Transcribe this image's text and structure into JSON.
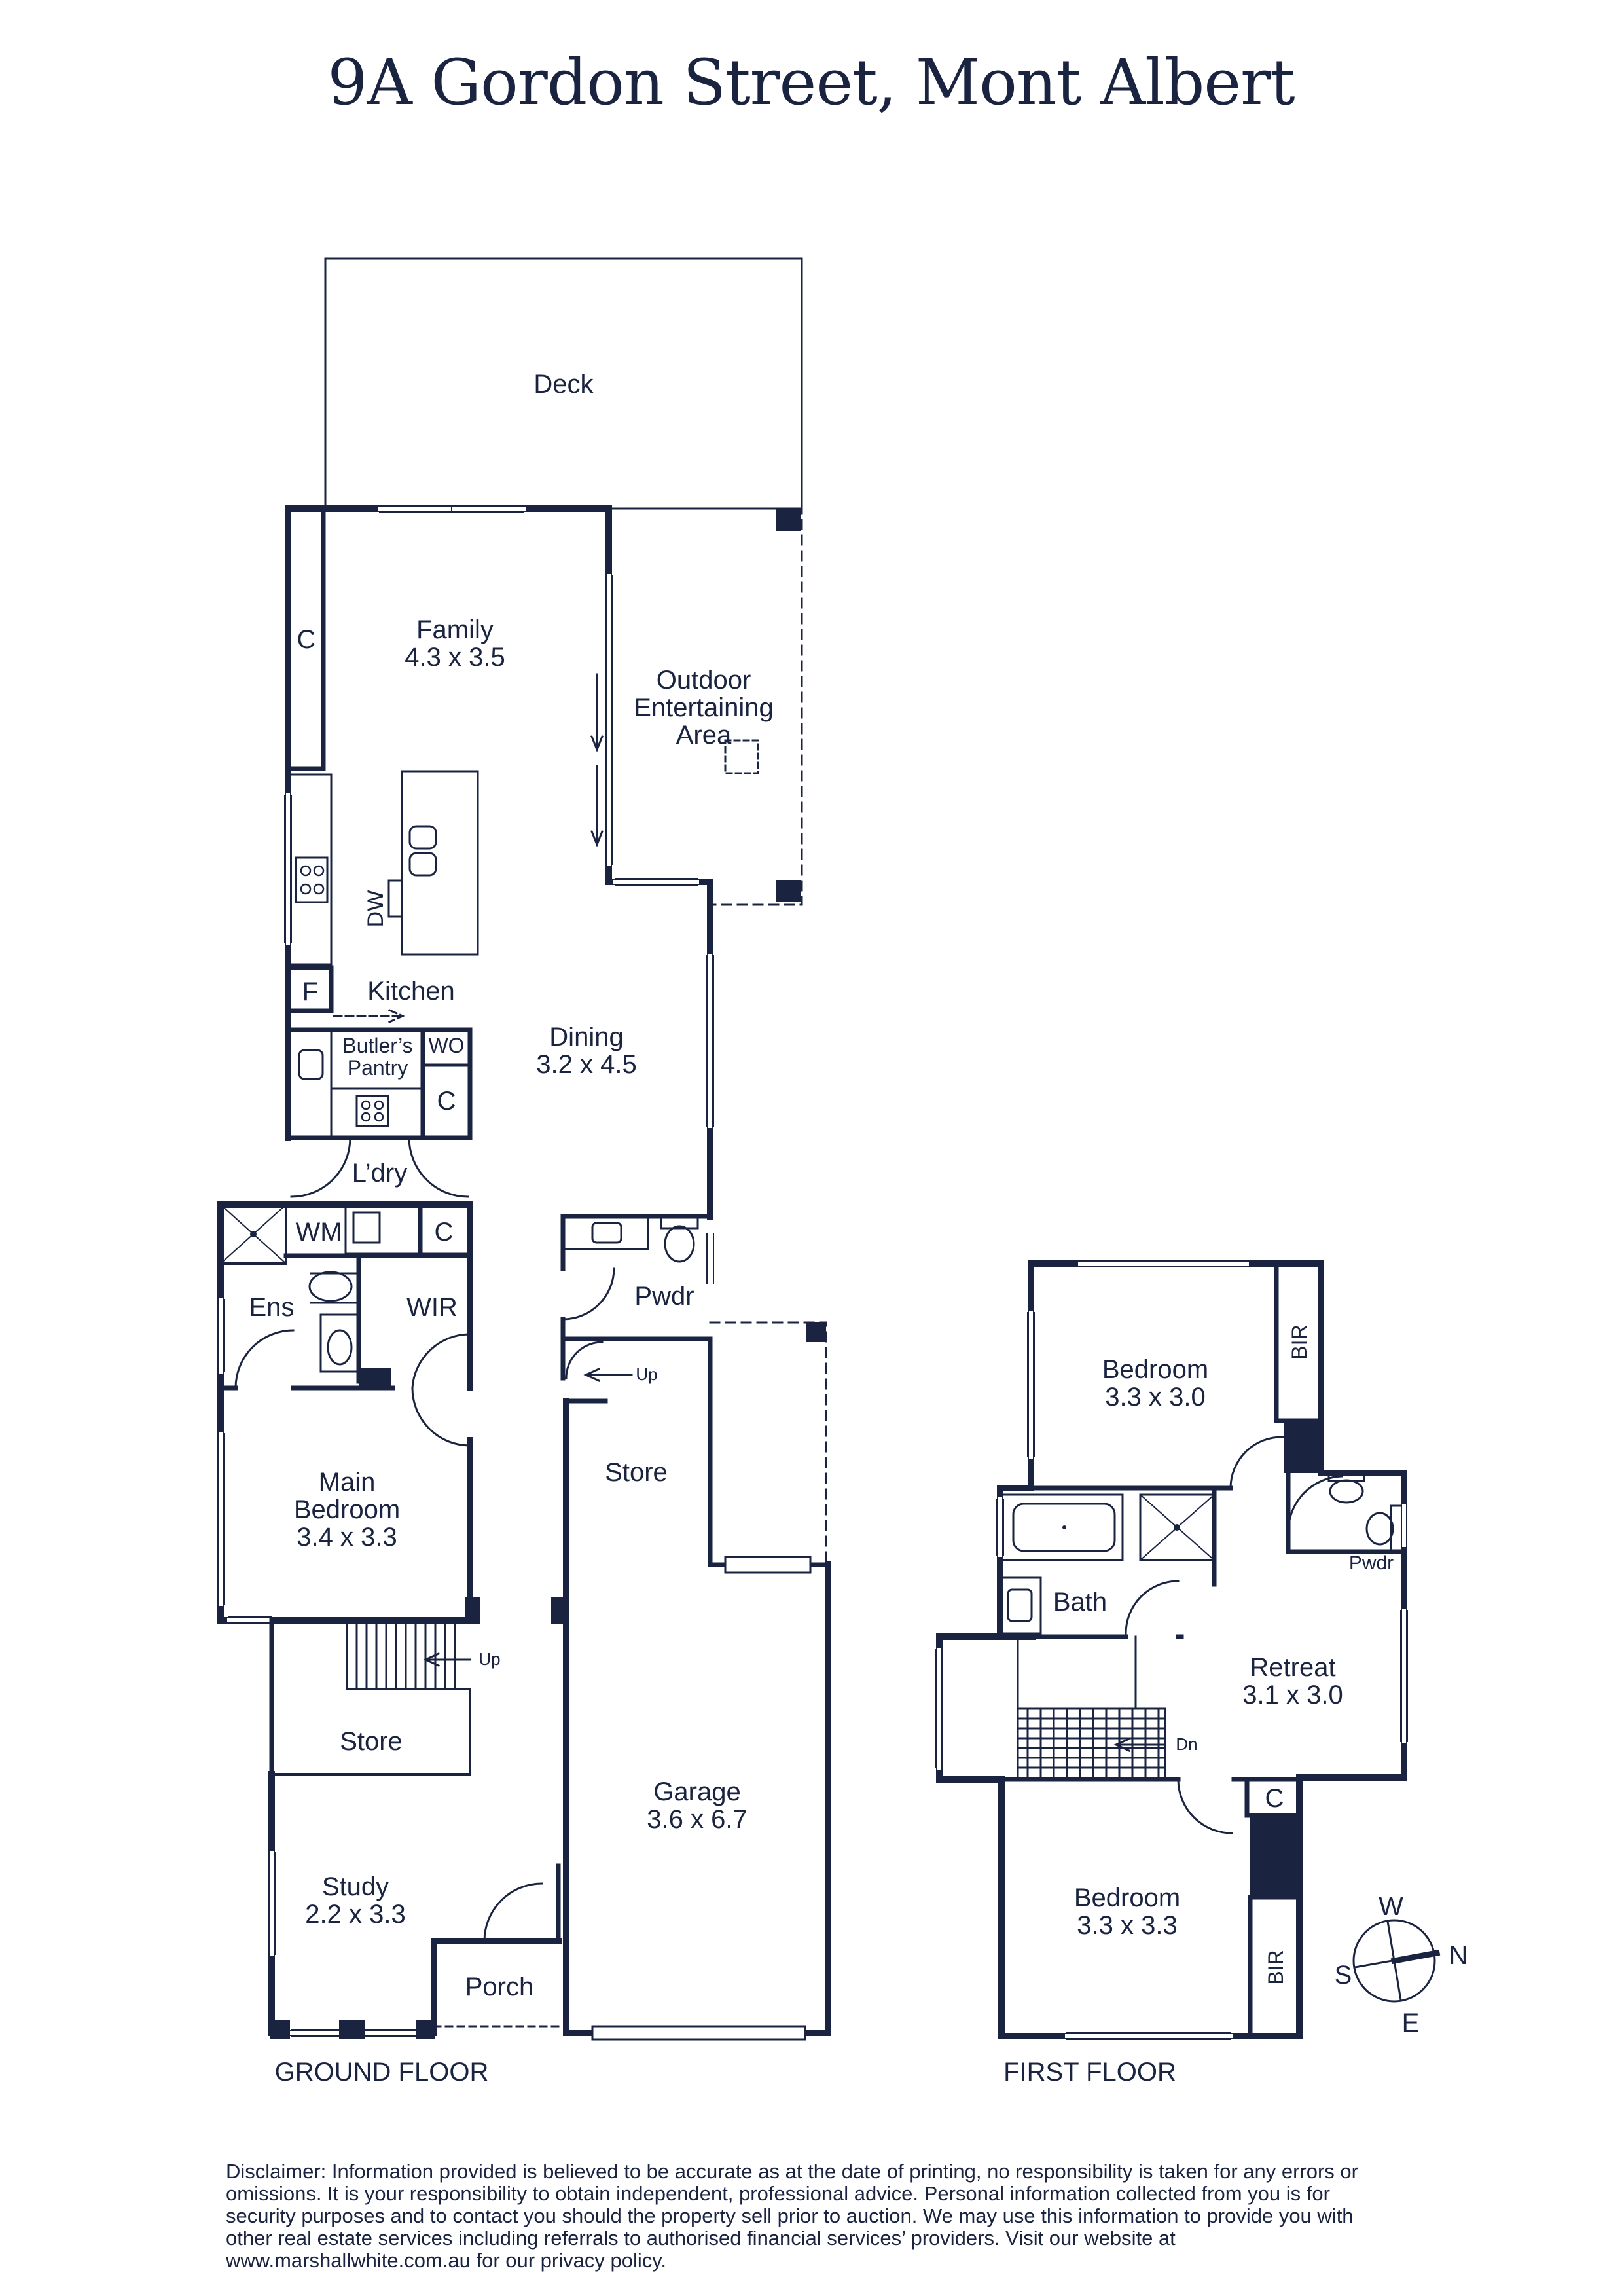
{
  "title": "9A Gordon Street, Mont Albert",
  "colors": {
    "ink": "#1a2340",
    "paper": "#ffffff"
  },
  "ground_floor": {
    "label": "GROUND FLOOR",
    "rooms": {
      "deck": "Deck",
      "family_name": "Family",
      "family_size": "4.3 x 3.5",
      "outdoor_1": "Outdoor",
      "outdoor_2": "Entertaining",
      "outdoor_3": "Area",
      "cupboard_c1": "C",
      "dw": "DW",
      "kitchen": "Kitchen",
      "fridge": "F",
      "pantry_1": "Butler’s",
      "pantry_2": "Pantry",
      "wo": "WO",
      "cupboard_c2": "C",
      "dining_name": "Dining",
      "dining_size": "3.2 x 4.5",
      "laundry": "L’dry",
      "wm": "WM",
      "cupboard_c3": "C",
      "ens": "Ens",
      "wir": "WIR",
      "pwdr": "Pwdr",
      "stair_up_1": "Up",
      "store_1": "Store",
      "main_bed_1": "Main",
      "main_bed_2": "Bedroom",
      "main_bed_size": "3.4 x 3.3",
      "stair_up_2": "Up",
      "store_2": "Store",
      "garage_name": "Garage",
      "garage_size": "3.6 x 6.7",
      "study_name": "Study",
      "study_size": "2.2 x 3.3",
      "porch": "Porch"
    }
  },
  "first_floor": {
    "label": "FIRST FLOOR",
    "rooms": {
      "bed1_name": "Bedroom",
      "bed1_size": "3.3 x 3.0",
      "bir_1": "BIR",
      "pwdr": "Pwdr",
      "bath": "Bath",
      "retreat_name": "Retreat",
      "retreat_size": "3.1 x 3.0",
      "stair_dn": "Dn",
      "cupboard_c": "C",
      "bed2_name": "Bedroom",
      "bed2_size": "3.3 x 3.3",
      "bir_2": "BIR"
    }
  },
  "compass": {
    "w": "W",
    "n": "N",
    "s": "S",
    "e": "E",
    "icon": "compass-icon"
  },
  "disclaimer": "Disclaimer: Information provided is believed to be accurate as at the date of printing, no responsibility is taken for any errors or omissions. It is your responsibility to obtain independent, professional advice. Personal information collected from you is for security purposes and to contact you should the property sell prior to auction. We may use this information to provide you with other real estate services including referrals to authorised financial services’ providers. Visit our website at www.marshallwhite.com.au for our privacy policy."
}
